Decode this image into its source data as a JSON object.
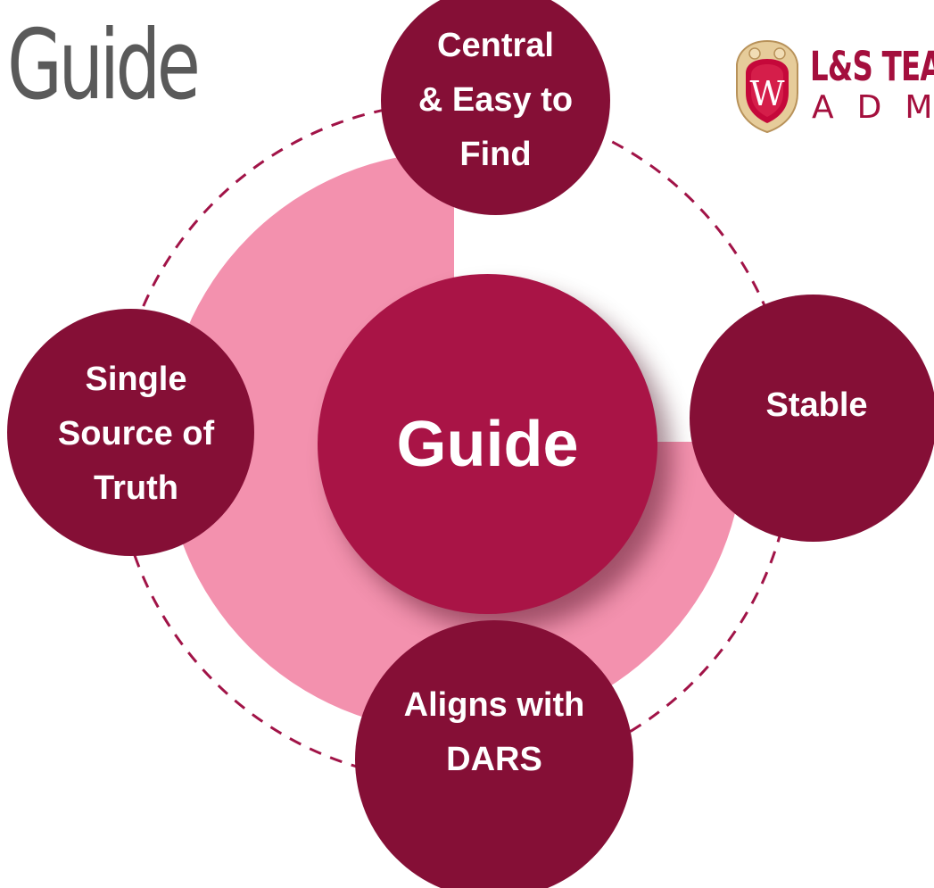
{
  "title": "Guide",
  "diagram": {
    "center": {
      "label": "Guide"
    },
    "nodes": [
      {
        "position": "top",
        "lines": [
          "Central",
          "& Easy to",
          "Find"
        ]
      },
      {
        "position": "right",
        "lines": [
          "Stable"
        ]
      },
      {
        "position": "bottom",
        "lines": [
          "Aligns with",
          "DARS"
        ]
      },
      {
        "position": "left",
        "lines": [
          "Single",
          "Source of",
          "Truth"
        ]
      }
    ]
  },
  "brand": {
    "line1": "L&S TEA",
    "line2": "ADMI",
    "crest_letter": "W"
  },
  "colors": {
    "outer_node": "#850f36",
    "center_node": "#a91446",
    "pink_fill": "#f391ae",
    "dash_ring": "#a11347",
    "title": "#5a5a5a",
    "brand": "#a40f3d"
  }
}
